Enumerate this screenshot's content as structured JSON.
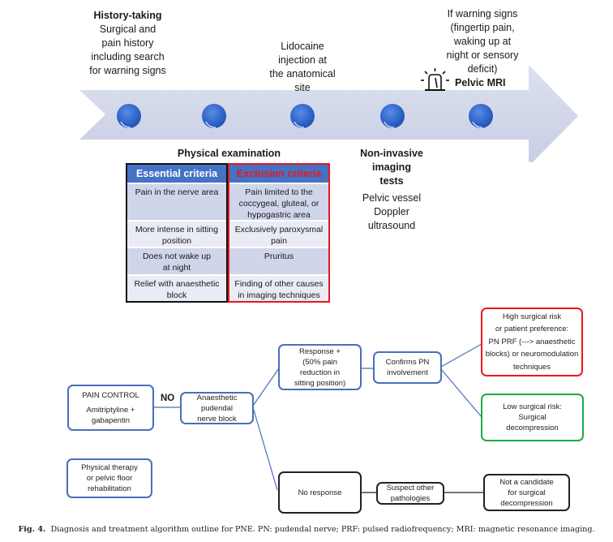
{
  "timeline": {
    "steps": [
      {
        "title": "History-taking",
        "lines": [
          "Surgical and",
          "pain history",
          "including search",
          "for warning signs"
        ]
      },
      {
        "title": "Physical examination"
      },
      {
        "lines": [
          "Lidocaine",
          "injection at",
          "the anatomical",
          "site"
        ]
      },
      {
        "title": "Non-invasive",
        "title_lines": [
          "Non-invasive",
          "imaging",
          "tests"
        ],
        "lines": [
          "Pelvic vessel",
          "Doppler",
          "ultrasound"
        ]
      },
      {
        "condition_lines": [
          "If warning signs",
          "(fingertip pain,",
          "waking up at",
          "night or sensory",
          "deficit)"
        ],
        "title": "Pelvic MRI",
        "icon": "siren-alarm-icon"
      }
    ],
    "colors": {
      "arrow": "#cdd3e8",
      "node": "#3a6fd1"
    }
  },
  "criteria": {
    "essential": {
      "header": "Essential criteria",
      "items": [
        [
          "Pain in the nerve area"
        ],
        [
          "More intense in sitting",
          "position"
        ],
        [
          "Does not wake up",
          "at night"
        ],
        [
          "Relief with anaesthetic",
          "block"
        ]
      ]
    },
    "exclusion": {
      "header": "Exclusion criteria",
      "items": [
        [
          "Pain limited to the",
          "coccygeal, gluteal, or",
          "hypogastric area"
        ],
        [
          "Exclusively paroxysmal",
          "pain"
        ],
        [
          "Pruritus"
        ],
        [
          "Finding of other causes",
          "in imaging techniques"
        ]
      ]
    }
  },
  "flow": {
    "pain_control": {
      "title": "PAIN CONTROL",
      "lines": [
        "Amitriptyline +",
        "gabapentin"
      ]
    },
    "no_label": "NO",
    "physical_therapy": {
      "lines": [
        "Physical therapy",
        "or pelvic floor",
        "rehabilitation"
      ]
    },
    "nerve_block": {
      "lines": [
        "Anaesthetic",
        "pudendal",
        "nerve block"
      ]
    },
    "response_pos": {
      "lines": [
        "Response +",
        "(50% pain",
        "reduction in",
        "sitting position)"
      ]
    },
    "confirms": {
      "lines": [
        "Confirms PN",
        "involvement"
      ]
    },
    "high_risk": {
      "lines": [
        "High surgical risk",
        "or patient preference:",
        "PN PRF (---> anaesthetic",
        "blocks) or neuromodulation",
        "techniques"
      ]
    },
    "low_risk": {
      "lines": [
        "Low surgical risk:",
        "Surgical",
        "decompression"
      ]
    },
    "no_response": {
      "lines": [
        "No response"
      ]
    },
    "suspect": {
      "lines": [
        "Suspect other",
        "pathologies"
      ]
    },
    "not_candidate": {
      "lines": [
        "Not a candidate",
        "for surgical",
        "decompression"
      ]
    }
  },
  "caption": {
    "label": "Fig. 4.",
    "text": "Diagnosis and treatment algorithm outline for PNE. PN: pudendal nerve; PRF: pulsed radiofrequency; MRI: magnetic resonance imaging."
  }
}
